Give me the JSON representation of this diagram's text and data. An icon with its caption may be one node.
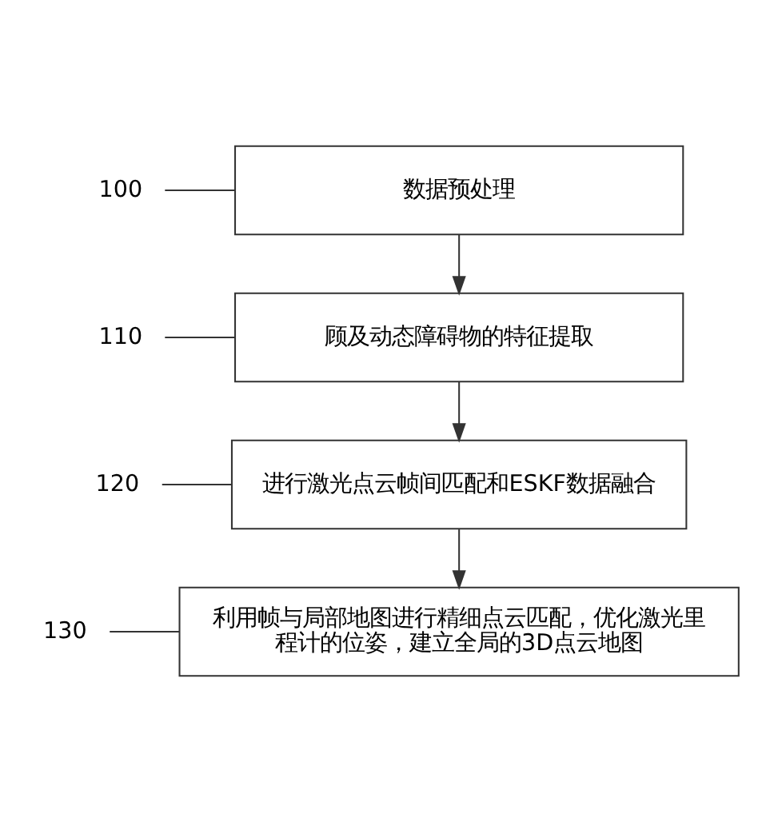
{
  "diagram": {
    "nodes": [
      {
        "text": [
          "100"
        ]
      },
      {
        "text": [
          "数据预处理"
        ]
      },
      {
        "text": [
          "110"
        ]
      },
      {
        "text": [
          "顾及动态障碍物的特征提取"
        ]
      },
      {
        "text": [
          "120"
        ]
      },
      {
        "text": [
          "进行激光点云帧间匹配和ESKF数据融合"
        ]
      },
      {
        "text": [
          "130"
        ]
      },
      {
        "text": [
          "利用帧与局部地图进行精细点云匹配，优化激光里程计的位姿，建立全局的3D点云地图"
        ]
      }
    ],
    "edges": [
      {
        "from": 0,
        "to": 1,
        "arrow": "none"
      },
      {
        "from": 1,
        "to": 3,
        "arrow": "to"
      },
      {
        "from": 2,
        "to": 3,
        "arrow": "none"
      },
      {
        "from": 3,
        "to": 5,
        "arrow": "to"
      },
      {
        "from": 4,
        "to": 5,
        "arrow": "none"
      },
      {
        "from": 5,
        "to": 7,
        "arrow": "to"
      },
      {
        "from": 6,
        "to": 7,
        "arrow": "none"
      }
    ]
  }
}
